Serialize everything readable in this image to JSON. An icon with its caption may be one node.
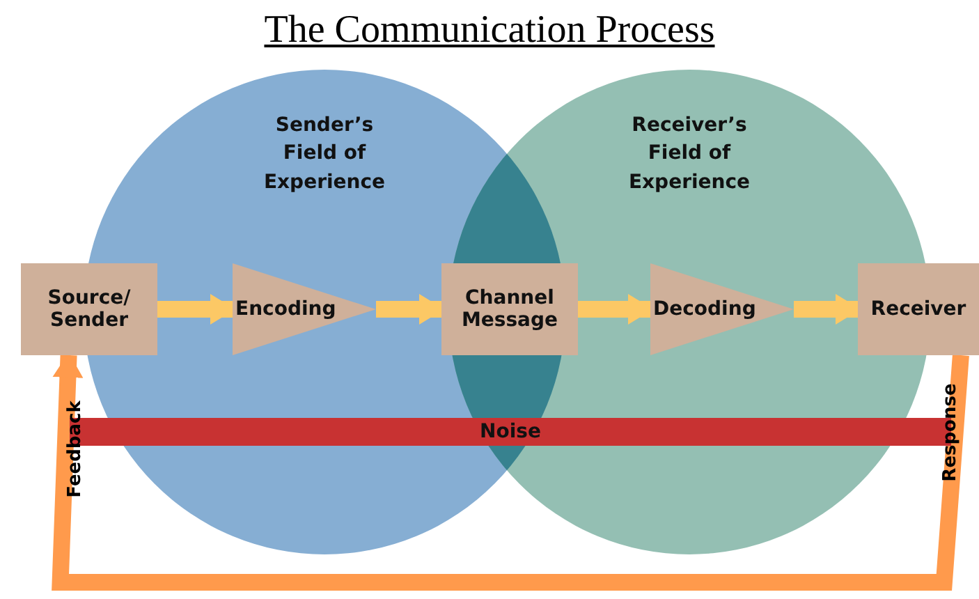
{
  "diagram": {
    "title": "The Communication Process",
    "nodes": [
      {
        "text": [
          "Source/ Sender"
        ]
      },
      {
        "text": [
          "Encoding"
        ]
      },
      {
        "text": [
          "Channel Message"
        ]
      },
      {
        "text": [
          "Decoding"
        ]
      },
      {
        "text": [
          "Receiver"
        ]
      },
      {
        "text": [
          "Noise"
        ]
      }
    ],
    "edges": [
      {
        "from": 0,
        "to": 1,
        "arrow": "to"
      },
      {
        "from": 1,
        "to": 2,
        "arrow": "to"
      },
      {
        "from": 2,
        "to": 3,
        "arrow": "to"
      },
      {
        "from": 3,
        "to": 4,
        "arrow": "to"
      },
      {
        "from": 4,
        "to": 0,
        "arrow": "to",
        "color": "#ff9a4c"
      }
    ],
    "labels": [
      "Sender’s Field of Experience",
      "Receiver’s Field of Experience",
      "Feedback",
      "Response"
    ]
  }
}
